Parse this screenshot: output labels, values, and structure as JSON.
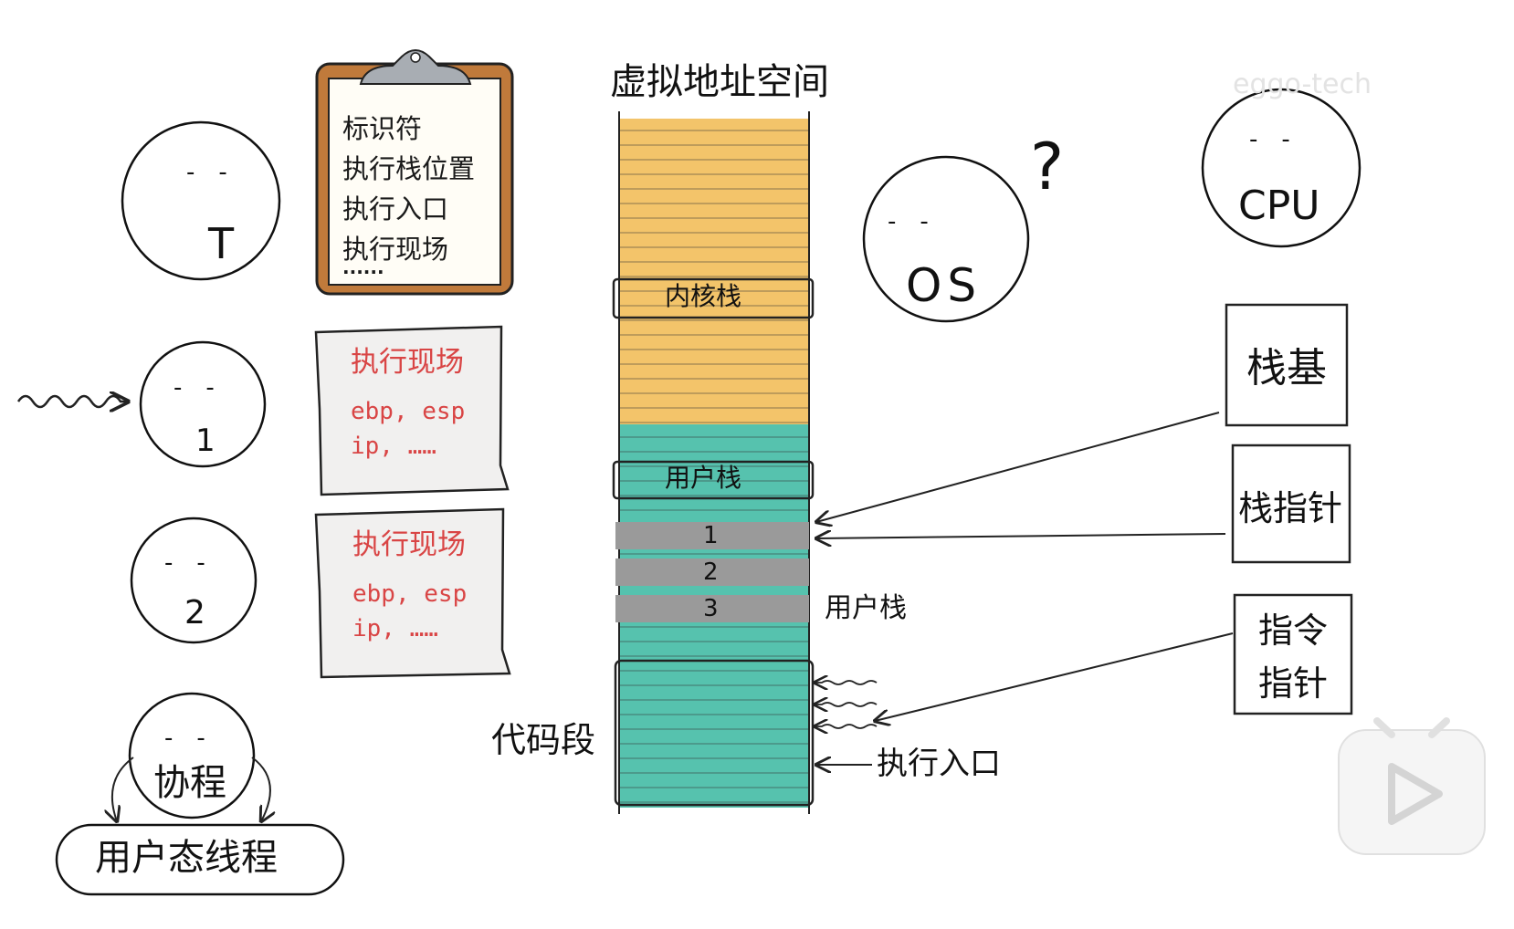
{
  "memory": {
    "title": "虚拟地址空间",
    "kernel_stack_label": "内核栈",
    "user_stack_label": "用户栈",
    "frames": [
      "1",
      "2",
      "3"
    ],
    "side_user_stack_label": "用户栈",
    "code_segment_label": "代码段",
    "exec_entry_label": "执行入口",
    "colors": {
      "kernel": "#f3c46a",
      "user": "#56c2ae",
      "frame": "#9a9a9a"
    }
  },
  "clipboard": {
    "lines": [
      "标识符",
      "执行栈位置",
      "执行入口",
      "执行现场",
      "······"
    ]
  },
  "context_cards": [
    {
      "title": "执行现场",
      "regs": "ebp, esp",
      "more": "ip, ……"
    },
    {
      "title": "执行现场",
      "regs": "ebp, esp",
      "more": "ip, ……"
    }
  ],
  "faces": {
    "t": "T",
    "one": "1",
    "two": "2",
    "coroutine": "协程",
    "user_thread": "用户态线程",
    "os": "OS",
    "os_question": "?",
    "cpu": "CPU"
  },
  "registers": {
    "stack_base": "栈基",
    "stack_pointer": "栈指针",
    "instruction_pointer_l1": "指令",
    "instruction_pointer_l2": "指针"
  },
  "watermark": "eggo-tech",
  "player_icon": "play-icon"
}
